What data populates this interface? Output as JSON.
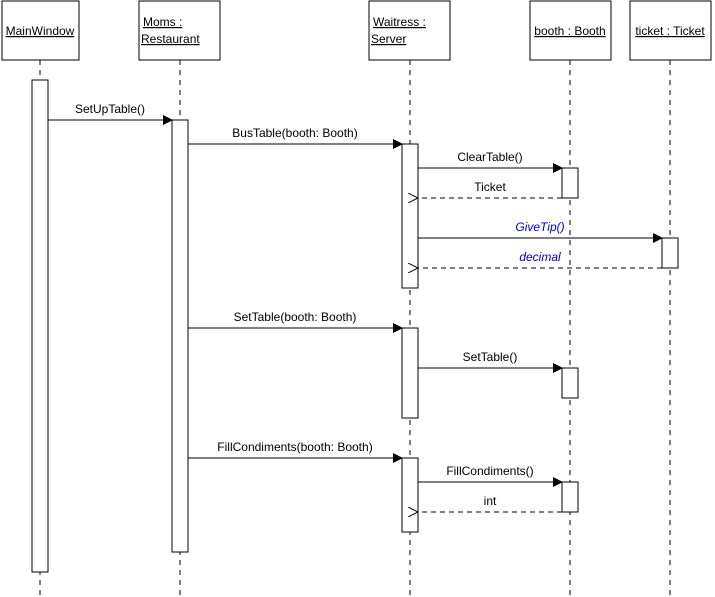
{
  "colors": {
    "stroke": "#000000",
    "background": "#ffffff",
    "blue_text": "#0000cc"
  },
  "participants": [
    {
      "id": "mainwindow",
      "label": "MainWindow"
    },
    {
      "id": "moms",
      "label": "Moms :",
      "label2": "Restaurant"
    },
    {
      "id": "waitress",
      "label": "Waitress :",
      "label2": "Server"
    },
    {
      "id": "booth",
      "label": "booth : Booth"
    },
    {
      "id": "ticket",
      "label": "ticket : Ticket"
    }
  ],
  "messages": [
    {
      "id": "setuptable",
      "label": "SetUpTable()",
      "type": "call"
    },
    {
      "id": "bustable",
      "label": "BusTable(booth: Booth)",
      "type": "call"
    },
    {
      "id": "cleartable",
      "label": "ClearTable()",
      "type": "call"
    },
    {
      "id": "ticket-return",
      "label": "Ticket",
      "type": "return"
    },
    {
      "id": "givetip",
      "label": "GiveTip()",
      "type": "call",
      "style": "blue-italic"
    },
    {
      "id": "decimal-return",
      "label": "decimal",
      "type": "return",
      "style": "blue-italic"
    },
    {
      "id": "settable-waitress",
      "label": "SetTable(booth: Booth)",
      "type": "call"
    },
    {
      "id": "settable-booth",
      "label": "SetTable()",
      "type": "call"
    },
    {
      "id": "fillcondiments-waitress",
      "label": "FillCondiments(booth: Booth)",
      "type": "call"
    },
    {
      "id": "fillcondiments-booth",
      "label": "FillCondiments()",
      "type": "call"
    },
    {
      "id": "int-return",
      "label": "int",
      "type": "return"
    }
  ]
}
